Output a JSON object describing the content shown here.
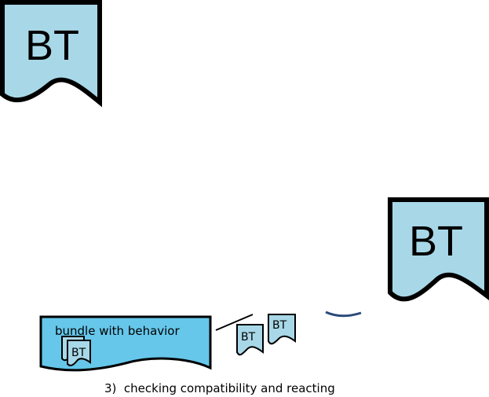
{
  "documents": {
    "large_top_left": {
      "label": "BT"
    },
    "large_right": {
      "label": "BT"
    },
    "small_left": {
      "label": "BT"
    },
    "small_right": {
      "label": "BT"
    },
    "bundle_inner": {
      "label": "BT"
    }
  },
  "bundle": {
    "label": "bundle with behavior"
  },
  "caption": {
    "text": "3)  checking compatibility and reacting"
  },
  "colors": {
    "document_fill": "#a8d8e8",
    "bundle_fill": "#66c7ea",
    "outline": "#000000",
    "accent_stroke": "#2a4a7a"
  }
}
